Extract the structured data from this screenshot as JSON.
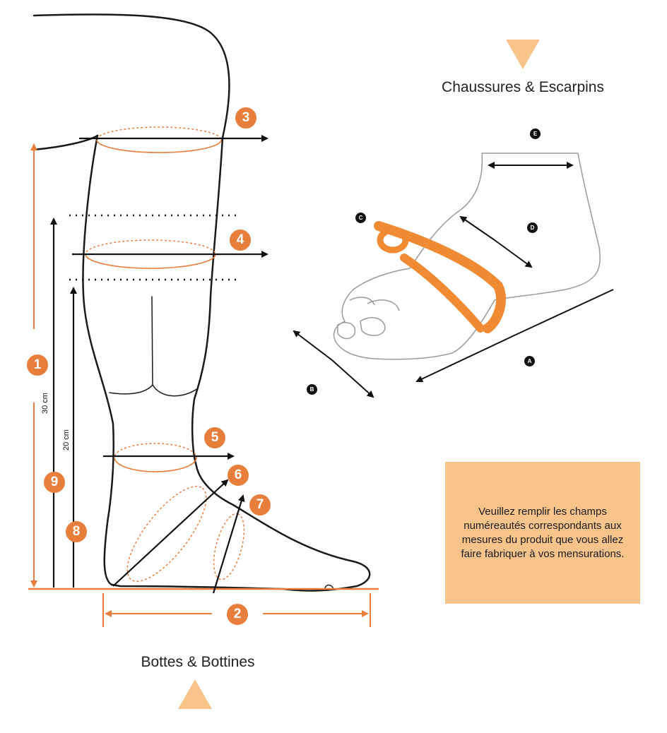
{
  "titles": {
    "shoes": "Chaussures & Escarpins",
    "boots": "Bottes & Bottines"
  },
  "info_text": "Veuillez remplir les champs numéreautés correspondants aux mesures du produit que vous allez faire fabriquer à vos mensurations.",
  "boot_markers": [
    "1",
    "2",
    "3",
    "4",
    "5",
    "6",
    "7",
    "8",
    "9"
  ],
  "shoe_markers": [
    "A",
    "B",
    "C",
    "D",
    "E"
  ],
  "dimensions": {
    "height_30": "30 cm",
    "height_20": "20 cm"
  },
  "colors": {
    "accent": "#e87e3b",
    "arrow_fill": "#f8c48c",
    "infobox": "#f8c48c",
    "outline": "#1a1a1a",
    "foot_outline": "#9a9a9a",
    "strap": "#f08a33"
  }
}
